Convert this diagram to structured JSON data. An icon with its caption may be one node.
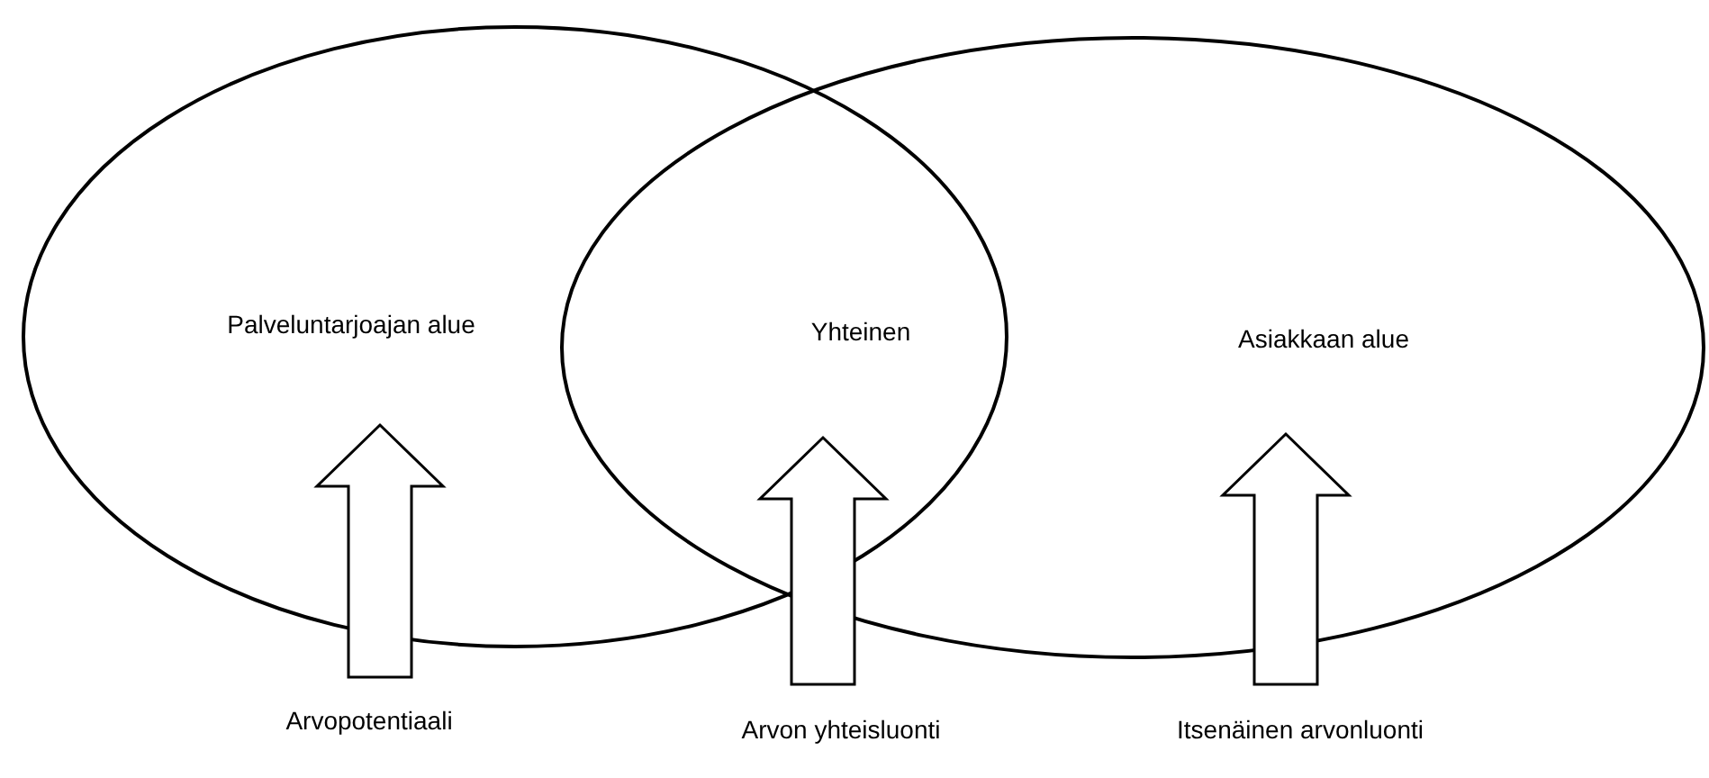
{
  "diagram": {
    "nodes": [
      {
        "text": [
          "Palveluntarjoajan alue"
        ]
      },
      {
        "text": [
          "Asiakkaan alue"
        ]
      },
      {
        "text": [
          "Yhteinen"
        ]
      },
      {
        "text": [
          "Arvopotentiaali"
        ]
      },
      {
        "text": [
          "Arvon yhteisluonti"
        ]
      },
      {
        "text": [
          "Itsenäinen arvonluonti"
        ]
      }
    ],
    "edges": [
      {
        "from": 3,
        "to": 0,
        "arrow": "to"
      },
      {
        "from": 4,
        "to": 2,
        "arrow": "to"
      },
      {
        "from": 5,
        "to": 1,
        "arrow": "to"
      }
    ]
  }
}
